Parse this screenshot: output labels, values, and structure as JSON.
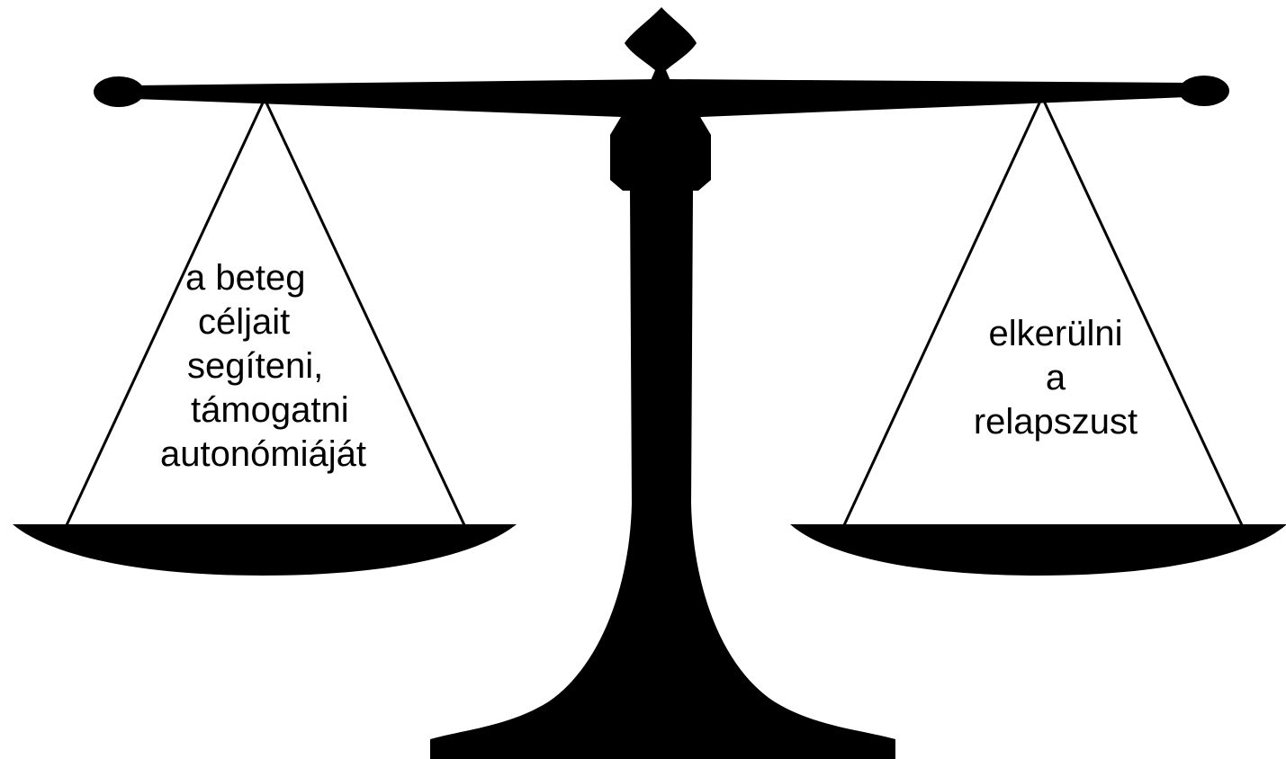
{
  "colors": {
    "silhouette": "#000000",
    "background": "#ffffff"
  },
  "left_pan": {
    "lines": [
      "a beteg",
      "céljait",
      "segíteni,",
      "támogatni",
      "autonómiáját"
    ]
  },
  "right_pan": {
    "lines": [
      "elkerülni",
      "a",
      "relapszust"
    ]
  }
}
